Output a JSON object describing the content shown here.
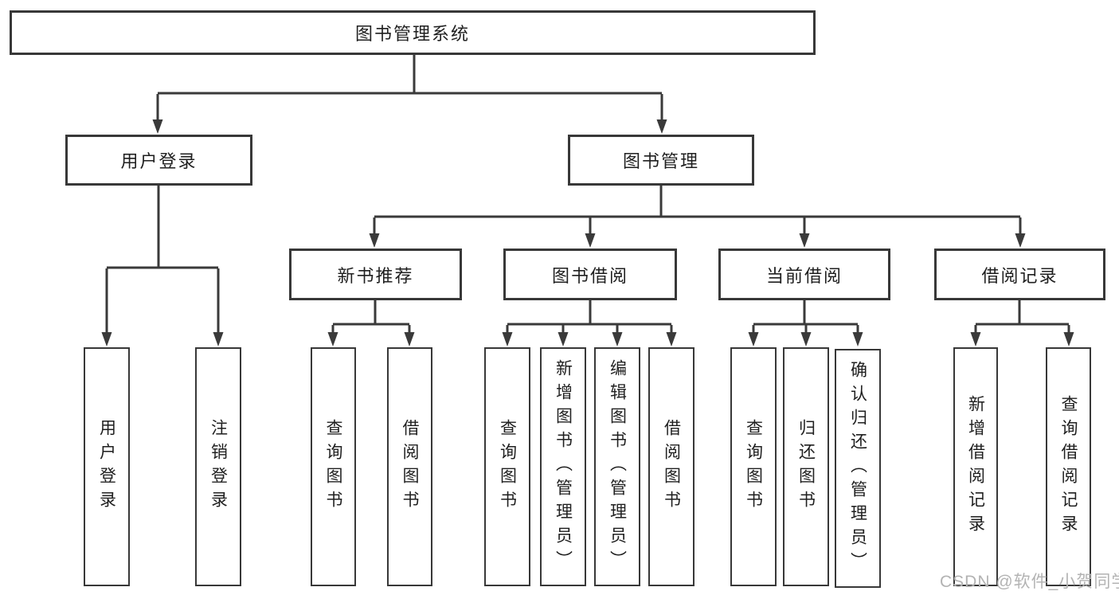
{
  "tree": {
    "root": {
      "label": "图书管理系统"
    },
    "branches": [
      {
        "label": "用户登录",
        "leaves": [
          "用户登录",
          "注销登录"
        ]
      },
      {
        "label": "图书管理",
        "groups": [
          {
            "label": "新书推荐",
            "leaves": [
              "查询图书",
              "借阅图书"
            ]
          },
          {
            "label": "图书借阅",
            "leaves": [
              "查询图书",
              "新增图书（管理员）",
              "编辑图书（管理员）",
              "借阅图书"
            ]
          },
          {
            "label": "当前借阅",
            "leaves": [
              "查询图书",
              "归还图书",
              "确认归还（管理员）"
            ]
          },
          {
            "label": "借阅记录",
            "leaves": [
              "新增借阅记录",
              "查询借阅记录"
            ]
          }
        ]
      }
    ]
  },
  "watermark": "CSDN @软件_小贺同学",
  "colors": {
    "line": "#3a3a3a",
    "box_border": "#383838",
    "text": "#1f1f1f",
    "watermark": "#b3b3b3",
    "background": "#ffffff"
  }
}
